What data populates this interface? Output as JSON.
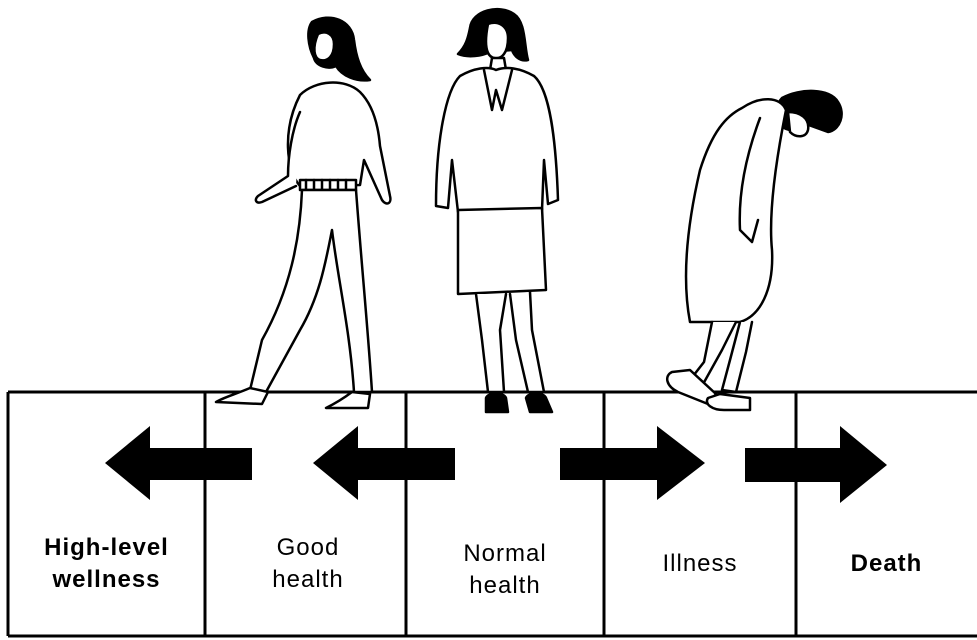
{
  "stages": [
    {
      "lines": [
        "High-level",
        "wellness"
      ],
      "bold": true
    },
    {
      "lines": [
        "Good",
        "health"
      ],
      "bold": false
    },
    {
      "lines": [
        "Normal",
        "health"
      ],
      "bold": false
    },
    {
      "lines": [
        "Illness"
      ],
      "bold": false
    },
    {
      "lines": [
        "Death"
      ],
      "bold": true
    }
  ],
  "arrows": [
    "left",
    "left",
    "right",
    "right"
  ],
  "figures": [
    "woman-walking-left",
    "woman-standing",
    "woman-stooped-ill"
  ],
  "colors": {
    "ink": "#000000",
    "paper": "#ffffff"
  }
}
